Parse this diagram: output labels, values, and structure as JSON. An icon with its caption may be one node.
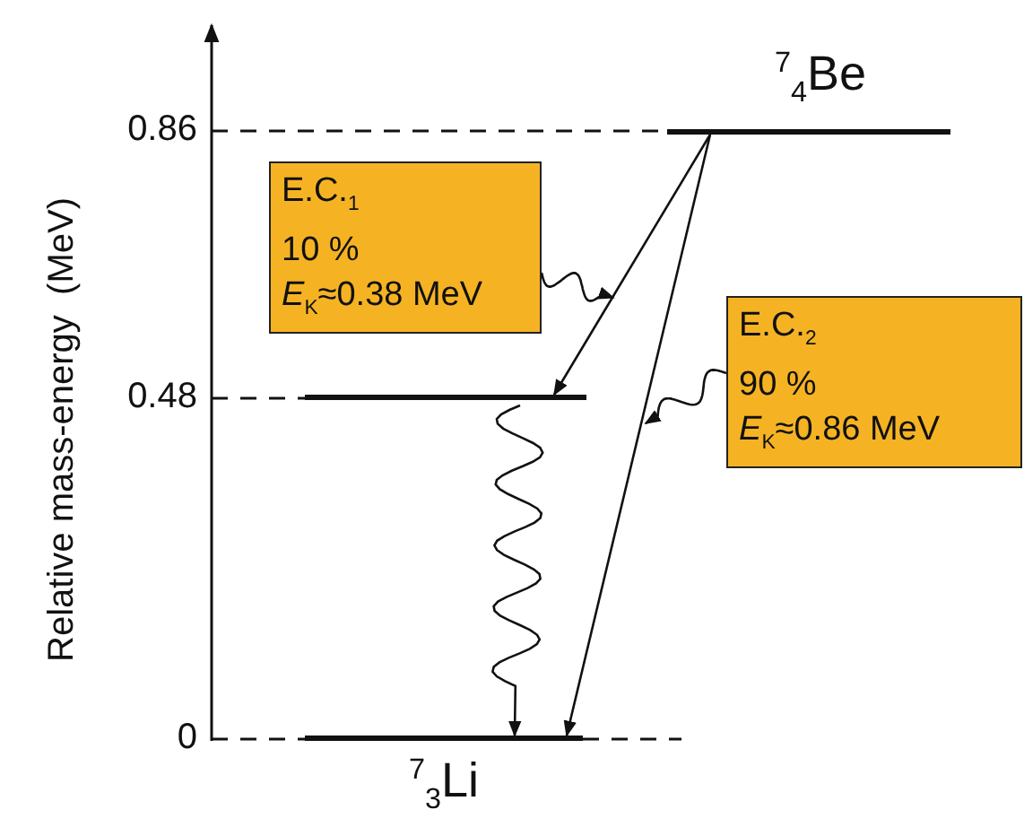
{
  "diagram": {
    "nodes": [
      {
        "text": [
          "$^{7}$$_{4}$Be"
        ]
      },
      {
        "text": [],
        "shape": "bar"
      },
      {
        "text": [
          "$^{7}$$_{3}$Li"
        ]
      },
      {
        "text": [
          "E.C.$_{1}$",
          "10 %",
          "*E*$_{K}$≈0.38 MeV"
        ]
      },
      {
        "text": [
          "E.C.$_{2}$",
          "90 %",
          "*E*$_{K}$≈0.86 MeV"
        ]
      }
    ],
    "edges": [
      {
        "from": 0,
        "to": 1,
        "arrow": "to"
      },
      {
        "from": 0,
        "to": 2,
        "arrow": "to"
      },
      {
        "from": 1,
        "to": 2,
        "arrow": "to"
      },
      {
        "from": 3,
        "to": null,
        "arrow": "to"
      },
      {
        "from": 4,
        "to": null,
        "arrow": "to"
      }
    ],
    "labels": [
      "0.86",
      "0.48",
      "0",
      "Relative mass-energy  (MeV)"
    ]
  }
}
